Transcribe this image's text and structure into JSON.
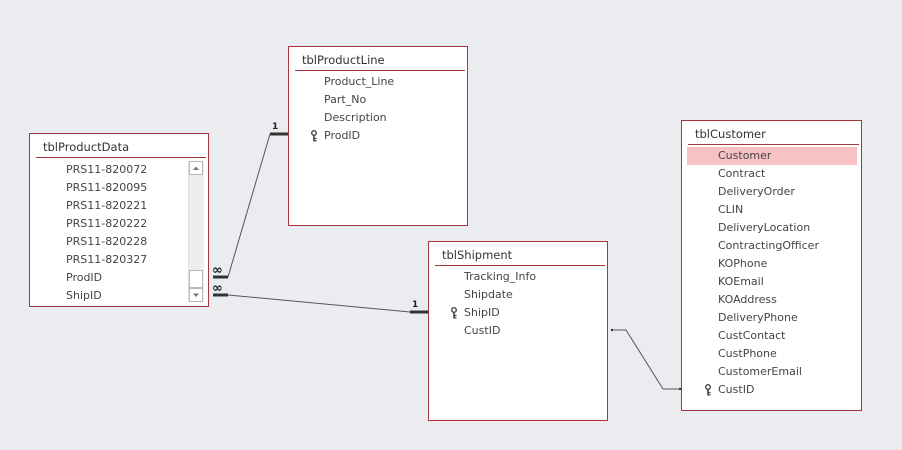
{
  "tables": {
    "product_data": {
      "title": "tblProductData",
      "fields": [
        "PRS11-820072",
        "PRS11-820095",
        "PRS11-820221",
        "PRS11-820222",
        "PRS11-820228",
        "PRS11-820327",
        "ProdID",
        "ShipID"
      ]
    },
    "product_line": {
      "title": "tblProductLine",
      "fields": [
        "Product_Line",
        "Part_No",
        "Description",
        "ProdID"
      ]
    },
    "shipment": {
      "title": "tblShipment",
      "fields": [
        "Tracking_Info",
        "Shipdate",
        "ShipID",
        "CustID"
      ]
    },
    "customer": {
      "title": "tblCustomer",
      "fields": [
        "Customer",
        "Contract",
        "DeliveryOrder",
        "CLIN",
        "DeliveryLocation",
        "ContractingOfficer",
        "KOPhone",
        "KOEmail",
        "KOAddress",
        "DeliveryPhone",
        "CustContact",
        "CustPhone",
        "CustomerEmail",
        "CustID"
      ]
    }
  },
  "relationships": {
    "one_symbol": "1",
    "many_symbol": "∞"
  },
  "colors": {
    "border": "#a8353a",
    "selected_row": "#f8c2c5",
    "canvas": "#eaecef"
  }
}
